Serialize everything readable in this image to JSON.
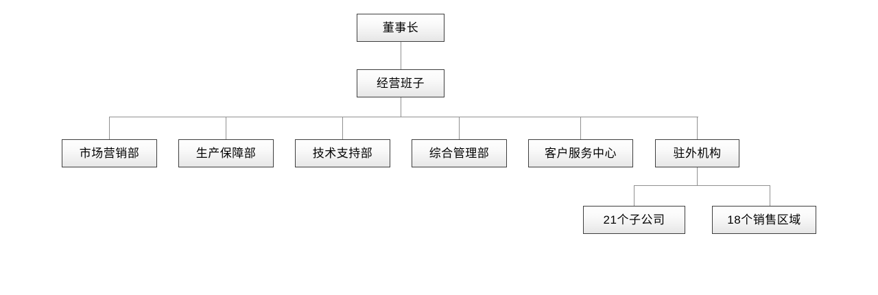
{
  "diagram": {
    "type": "org-chart",
    "title": "",
    "orientation": "top-down",
    "background_color": "#ffffff",
    "box_border_color": "#3c3c3c",
    "box_fill_top_color": "#fefefe",
    "box_fill_bottom_color": "#e6e6e6",
    "connector_color": "#8f8f8f",
    "text_color": "#000000",
    "levels": [
      {
        "level": 1,
        "nodes": [
          {
            "id": "chairman",
            "label": "董事长"
          }
        ]
      },
      {
        "level": 2,
        "nodes": [
          {
            "id": "management-team",
            "label": "经营班子"
          }
        ]
      },
      {
        "level": 3,
        "nodes": [
          {
            "id": "marketing",
            "label": "市场营销部"
          },
          {
            "id": "production",
            "label": "生产保障部"
          },
          {
            "id": "technical-support",
            "label": "技术支持部"
          },
          {
            "id": "general-management",
            "label": "综合管理部"
          },
          {
            "id": "customer-service",
            "label": "客户服务中心"
          },
          {
            "id": "field-offices",
            "label": "驻外机构"
          }
        ]
      },
      {
        "level": 4,
        "nodes": [
          {
            "id": "subsidiaries",
            "label": "21个子公司"
          },
          {
            "id": "sales-regions",
            "label": "18个销售区域"
          }
        ]
      }
    ],
    "edges": [
      {
        "from": "chairman",
        "to": "management-team"
      },
      {
        "from": "management-team",
        "to": "marketing"
      },
      {
        "from": "management-team",
        "to": "production"
      },
      {
        "from": "management-team",
        "to": "technical-support"
      },
      {
        "from": "management-team",
        "to": "general-management"
      },
      {
        "from": "management-team",
        "to": "customer-service"
      },
      {
        "from": "management-team",
        "to": "field-offices"
      },
      {
        "from": "field-offices",
        "to": "subsidiaries"
      },
      {
        "from": "field-offices",
        "to": "sales-regions"
      }
    ]
  }
}
